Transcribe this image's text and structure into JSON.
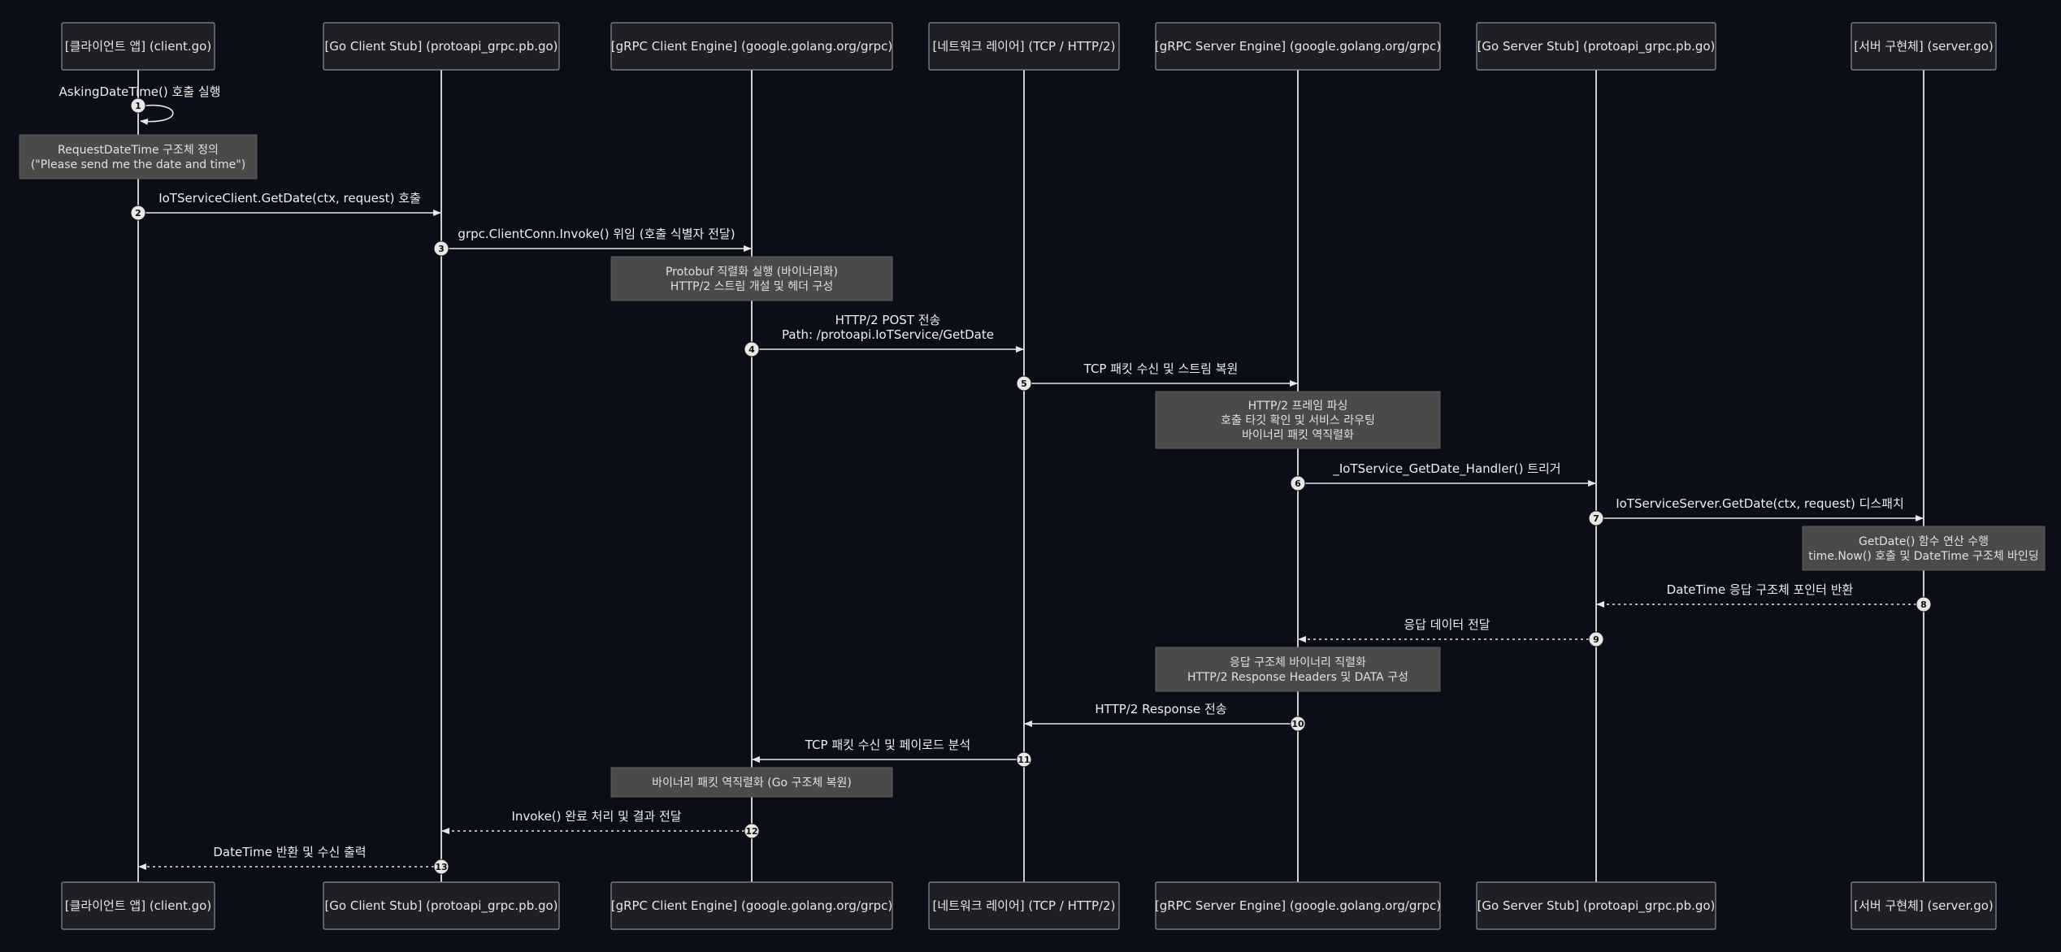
{
  "participants": [
    {
      "id": "client",
      "label": "[클라이언트 앱] (client.go)"
    },
    {
      "id": "cstub",
      "label": "[Go Client Stub] (protoapi_grpc.pb.go)"
    },
    {
      "id": "cengine",
      "label": "[gRPC Client Engine] (google.golang.org/grpc)"
    },
    {
      "id": "net",
      "label": "[네트워크 레이어] (TCP / HTTP/2)"
    },
    {
      "id": "sengine",
      "label": "[gRPC Server Engine] (google.golang.org/grpc)"
    },
    {
      "id": "sstub",
      "label": "[Go Server Stub] (protoapi_grpc.pb.go)"
    },
    {
      "id": "server",
      "label": "[서버 구현체] (server.go)"
    }
  ],
  "messages": [
    {
      "seq": "1",
      "from": "client",
      "to": "client",
      "lines": [
        "AskingDateTime() 호출 실행"
      ],
      "dashed": false
    },
    {
      "seq": "2",
      "from": "client",
      "to": "cstub",
      "lines": [
        "IoTServiceClient.GetDate(ctx, request) 호출"
      ],
      "dashed": false
    },
    {
      "seq": "3",
      "from": "cstub",
      "to": "cengine",
      "lines": [
        "grpc.ClientConn.Invoke() 위임 (호출 식별자 전달)"
      ],
      "dashed": false
    },
    {
      "seq": "4",
      "from": "cengine",
      "to": "net",
      "lines": [
        "HTTP/2 POST 전송",
        "Path: /protoapi.IoTService/GetDate"
      ],
      "dashed": false
    },
    {
      "seq": "5",
      "from": "net",
      "to": "sengine",
      "lines": [
        "TCP 패킷 수신 및 스트림 복원"
      ],
      "dashed": false
    },
    {
      "seq": "6",
      "from": "sengine",
      "to": "sstub",
      "lines": [
        "_IoTService_GetDate_Handler() 트리거"
      ],
      "dashed": false
    },
    {
      "seq": "7",
      "from": "sstub",
      "to": "server",
      "lines": [
        "IoTServiceServer.GetDate(ctx, request) 디스패치"
      ],
      "dashed": false
    },
    {
      "seq": "8",
      "from": "server",
      "to": "sstub",
      "lines": [
        "DateTime 응답 구조체 포인터 반환"
      ],
      "dashed": true
    },
    {
      "seq": "9",
      "from": "sstub",
      "to": "sengine",
      "lines": [
        "응답 데이터 전달"
      ],
      "dashed": true
    },
    {
      "seq": "10",
      "from": "sengine",
      "to": "net",
      "lines": [
        "HTTP/2 Response 전송"
      ],
      "dashed": false
    },
    {
      "seq": "11",
      "from": "net",
      "to": "cengine",
      "lines": [
        "TCP 패킷 수신 및 페이로드 분석"
      ],
      "dashed": false
    },
    {
      "seq": "12",
      "from": "cengine",
      "to": "cstub",
      "lines": [
        "Invoke() 완료 처리 및 결과 전달"
      ],
      "dashed": true
    },
    {
      "seq": "13",
      "from": "cstub",
      "to": "client",
      "lines": [
        "DateTime 반환 및 수신 출력"
      ],
      "dashed": true
    }
  ],
  "notes": [
    {
      "over": "client",
      "lines": [
        "RequestDateTime 구조체 정의",
        "(\"Please send me the date and time\")"
      ]
    },
    {
      "over": "cengine",
      "lines": [
        "Protobuf 직렬화 실행 (바이너리화)",
        "HTTP/2 스트림 개설 및 헤더 구성"
      ]
    },
    {
      "over": "sengine",
      "lines": [
        "HTTP/2 프레임 파싱",
        "호출 타깃 확인 및 서비스 라우팅",
        "바이너리 패킷 역직렬화"
      ]
    },
    {
      "over": "server",
      "lines": [
        "GetDate() 함수 연산 수행",
        "time.Now() 호출 및 DateTime 구조체 바인딩"
      ]
    },
    {
      "over": "sengine",
      "lines": [
        "응답 구조체 바이너리 직렬화",
        "HTTP/2 Response Headers 및 DATA 구성"
      ]
    },
    {
      "over": "cengine",
      "lines": [
        "바이너리 패킷 역직렬화 (Go 구조체 복원)"
      ]
    }
  ],
  "colors": {
    "background": "#0b0d18",
    "actor_fill": "#1f2026",
    "note_fill": "#4a4a4a",
    "line": "#e6e6e6"
  }
}
